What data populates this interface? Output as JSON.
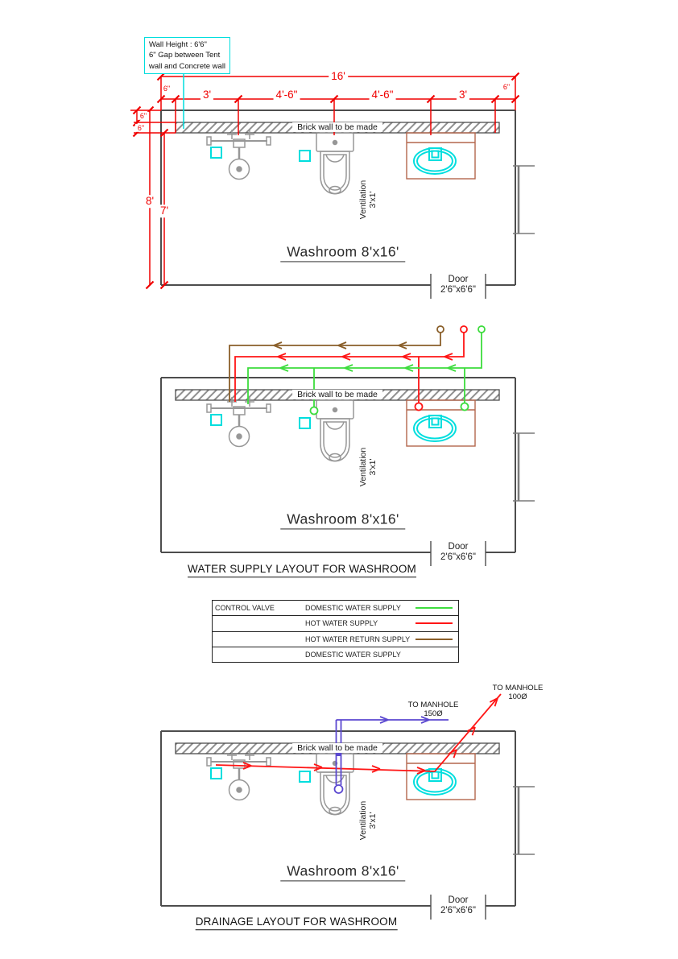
{
  "colors": {
    "dimension_red": "#f00000",
    "hot_water_red": "#ff1515",
    "domestic_green": "#3ddc3d",
    "hot_return_brown": "#8a5f2a",
    "drain_blue": "#5b48d0",
    "fixture_cyan": "#00dede",
    "counter_brown": "#b4674d",
    "wall_gray": "#4d4d4d"
  },
  "note_box": {
    "line1": "Wall Height : 6'6\"",
    "line2": "6\" Gap between Tent",
    "line3": "wall and Concrete wall"
  },
  "dimensions": {
    "overall_width": "16'",
    "seg_6in_left": "6\"",
    "seg_3ft_left": "3'",
    "seg_4ft6_left": "4'-6\"",
    "seg_4ft6_right": "4'-6\"",
    "seg_3ft_right": "3'",
    "seg_6in_right": "6\"",
    "height_outer": "8'",
    "height_inner": "7'",
    "gap_top_6in": "6\"",
    "wall_6in": "6\""
  },
  "room": {
    "label": "Washroom 8'x16'",
    "brick_wall": "Brick wall to be made",
    "ventilation": {
      "line1": "Ventilation",
      "line2": "3'x1'"
    },
    "door": {
      "line1": "Door",
      "line2": "2'6\"x6'6\""
    }
  },
  "titles": {
    "water_supply": "WATER SUPPLY LAYOUT FOR WASHROOM",
    "drainage": "DRAINAGE LAYOUT FOR WASHROOM"
  },
  "legend": {
    "rows": [
      {
        "col1": "CONTROL VALVE",
        "col2": "DOMESTIC WATER SUPPLY",
        "swatch": "#3ddc3d"
      },
      {
        "col1": "",
        "col2": "HOT WATER SUPPLY",
        "swatch": "#ff1515"
      },
      {
        "col1": "",
        "col2": "HOT WATER RETURN SUPPLY",
        "swatch": "#8a5f2a"
      },
      {
        "col1": "",
        "col2": "DOMESTIC WATER SUPPLY",
        "swatch": ""
      }
    ]
  },
  "drainage_labels": {
    "manhole_150": {
      "line1": "TO MANHOLE",
      "line2": "150Ø"
    },
    "manhole_100": {
      "line1": "TO MANHOLE",
      "line2": "100Ø"
    }
  }
}
